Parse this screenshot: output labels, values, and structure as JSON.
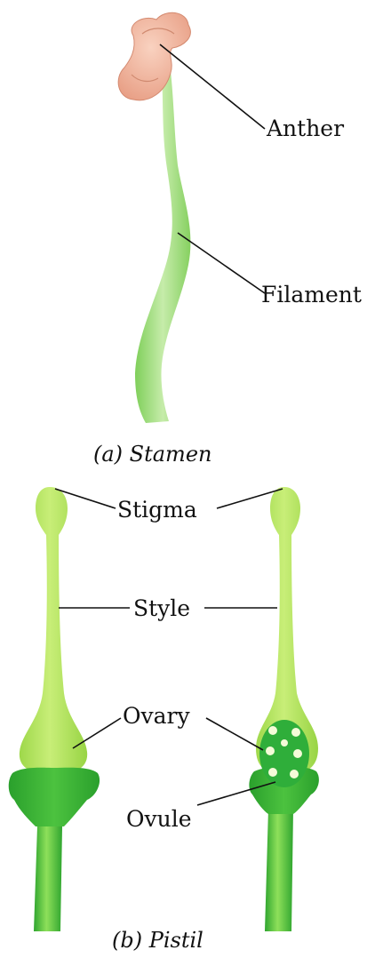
{
  "stamen": {
    "labels": {
      "anther": "Anther",
      "filament": "Filament"
    },
    "caption": "(a) Stamen"
  },
  "pistil": {
    "labels": {
      "stigma": "Stigma",
      "style": "Style",
      "ovary": "Ovary",
      "ovule": "Ovule"
    },
    "caption": "(b) Pistil"
  },
  "colors": {
    "anther": "#f2b9a0",
    "filament": "#8fd46a",
    "pistil_light": "#b6e25a",
    "pistil_dark": "#3cb83a",
    "ovule": "#f4fbd8",
    "line": "#111111"
  }
}
